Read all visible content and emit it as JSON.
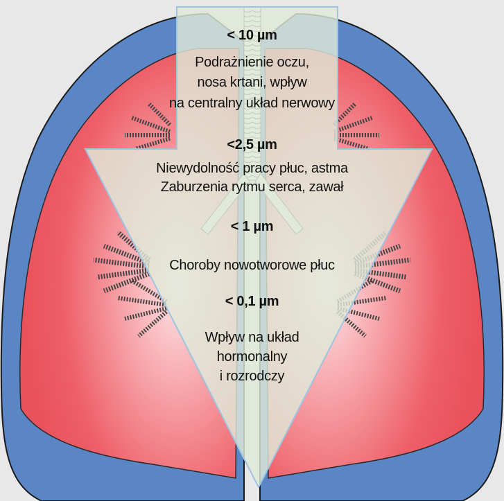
{
  "colors": {
    "background": "#e8e8e8",
    "lung_outer_blue": "#5b86c6",
    "lung_inner_red": "#ee5c66",
    "lung_highlight": "#fbe3e4",
    "arrow_fill": "#dfe9d8",
    "arrow_stroke": "#9fc3e3",
    "airway_outline": "#333333"
  },
  "levels": [
    {
      "size": "< 10 µm",
      "effects": [
        "Podrażnienie oczu,",
        "nosa krtani, wpływ",
        "na centralny układ nerwowy"
      ]
    },
    {
      "size": "<2,5 µm",
      "effects": [
        "Niewydolność pracy płuc, astma",
        "Zaburzenia rytmu serca, zawał"
      ]
    },
    {
      "size": "< 1 µm",
      "effects": [
        "Choroby nowotworowe płuc"
      ]
    },
    {
      "size": "< 0,1 µm",
      "effects": [
        "Wpływ na układ",
        "hormonalny",
        "i rozrodczy"
      ]
    }
  ]
}
